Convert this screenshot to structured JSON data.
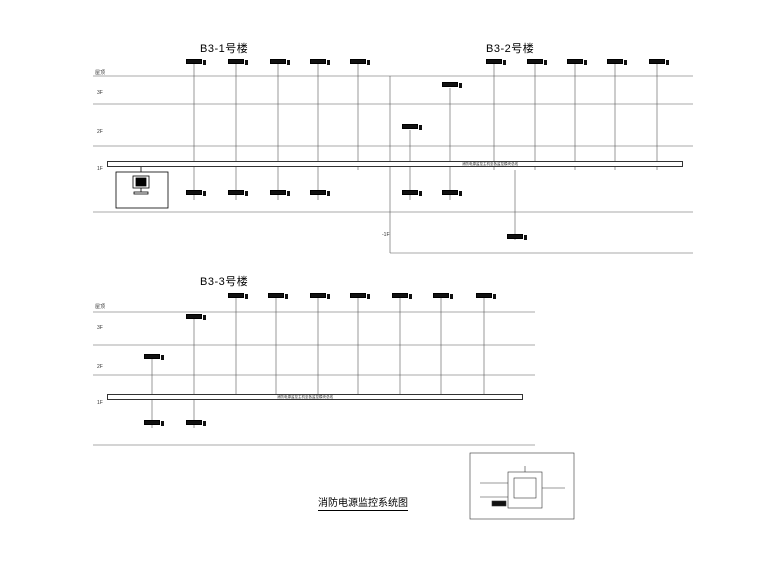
{
  "diagram": {
    "caption": "消防电源监控系统图",
    "buildings": {
      "b31": {
        "title": "B3-1号楼"
      },
      "b32": {
        "title": "B3-2号楼"
      },
      "b33": {
        "title": "B3-3号楼"
      }
    },
    "floors": {
      "roof": "屋顶",
      "f3": "3F",
      "f2": "2F",
      "f1": "1F",
      "b1": "-1F"
    },
    "bus_label": "消防电源监控主机至各监控模块总线"
  }
}
